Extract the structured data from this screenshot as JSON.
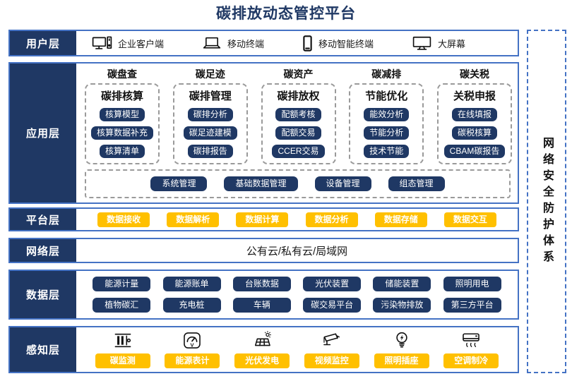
{
  "title": "碳排放动态管控平台",
  "security_box": {
    "label": "网络安全防护体系"
  },
  "colors": {
    "navy": "#1F3864",
    "layer_border_blue": "#4472C4",
    "accent_yellow": "#FFC000",
    "dashed_gray": "#9a9a9a"
  },
  "layers": {
    "user": {
      "label": "用户层",
      "items": [
        {
          "icon": "desktop-pc-icon",
          "label": "企业客户端"
        },
        {
          "icon": "laptop-icon",
          "label": "移动终端"
        },
        {
          "icon": "smartphone-icon",
          "label": "移动智能终端"
        },
        {
          "icon": "big-screen-icon",
          "label": "大屏幕"
        }
      ]
    },
    "app": {
      "label": "应用层",
      "columns": [
        {
          "header": "碳盘查",
          "subtitle": "碳排核算",
          "buttons": [
            "核算模型",
            "核算数据补充",
            "核算清单"
          ]
        },
        {
          "header": "碳足迹",
          "subtitle": "碳排管理",
          "buttons": [
            "碳排分析",
            "碳足迹建模",
            "碳排报告"
          ]
        },
        {
          "header": "碳资产",
          "subtitle": "碳排放权",
          "buttons": [
            "配额考核",
            "配额交易",
            "CCER交易"
          ]
        },
        {
          "header": "碳减排",
          "subtitle": "节能优化",
          "buttons": [
            "能效分析",
            "节能分析",
            "技术节能"
          ]
        },
        {
          "header": "碳关税",
          "subtitle": "关税申报",
          "buttons": [
            "在线填报",
            "碳税核算",
            "CBAM碳报告"
          ]
        }
      ],
      "management_buttons": [
        "系统管理",
        "基础数据管理",
        "设备管理",
        "组态管理"
      ]
    },
    "platform": {
      "label": "平台层",
      "buttons": [
        "数据接收",
        "数据解析",
        "数据计算",
        "数据分析",
        "数据存储",
        "数据交互"
      ]
    },
    "network": {
      "label": "网络层",
      "text": "公有云/私有云/局域网"
    },
    "data": {
      "label": "数据层",
      "rows": [
        [
          "能源计量",
          "能源账单",
          "台账数据",
          "光伏装置",
          "储能装置",
          "照明用电"
        ],
        [
          "植物碳汇",
          "充电桩",
          "车辆",
          "碳交易平台",
          "污染物排放",
          "第三方平台"
        ]
      ]
    },
    "sense": {
      "label": "感知层",
      "items": [
        {
          "icon": "carbon-monitor-icon",
          "label": "碳监测"
        },
        {
          "icon": "energy-meter-icon",
          "label": "能源表计"
        },
        {
          "icon": "solar-power-icon",
          "label": "光伏发电"
        },
        {
          "icon": "video-surveillance-icon",
          "label": "视频监控"
        },
        {
          "icon": "lighting-socket-icon",
          "label": "照明插座"
        },
        {
          "icon": "ac-cooling-icon",
          "label": "空调制冷"
        }
      ]
    }
  }
}
